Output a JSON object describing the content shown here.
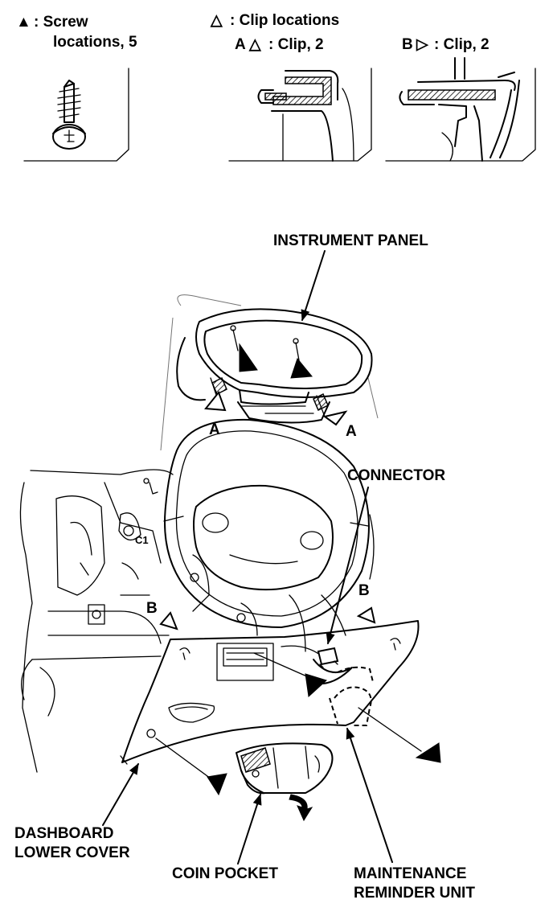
{
  "legend": {
    "screw_symbol": "▲",
    "screw_text_line1": ": Screw",
    "screw_text_line2": "locations, 5",
    "clip_symbol": "△",
    "clip_text": ": Clip locations",
    "clip_a_prefix": "A",
    "clip_a_symbol": "△",
    "clip_a_text": ": Clip, 2",
    "clip_b_prefix": "B",
    "clip_b_symbol": "▷",
    "clip_b_text": ": Clip, 2"
  },
  "labels": {
    "instrument_panel": "INSTRUMENT PANEL",
    "connector": "CONNECTOR",
    "dashboard_line1": "DASHBOARD",
    "dashboard_line2": "LOWER COVER",
    "coin_pocket": "COIN POCKET",
    "maintenance_line1": "MAINTENANCE",
    "maintenance_line2": "REMINDER UNIT",
    "clip_a_left": "A",
    "clip_a_right": "A",
    "clip_b_left": "B",
    "clip_b_right": "B",
    "c1": "C1"
  },
  "icons": [
    "screw-icon",
    "clip-a-detail-icon",
    "clip-b-detail-icon",
    "screw-location-marker-icon",
    "clip-location-marker-icon",
    "removal-direction-arrow-icon"
  ]
}
